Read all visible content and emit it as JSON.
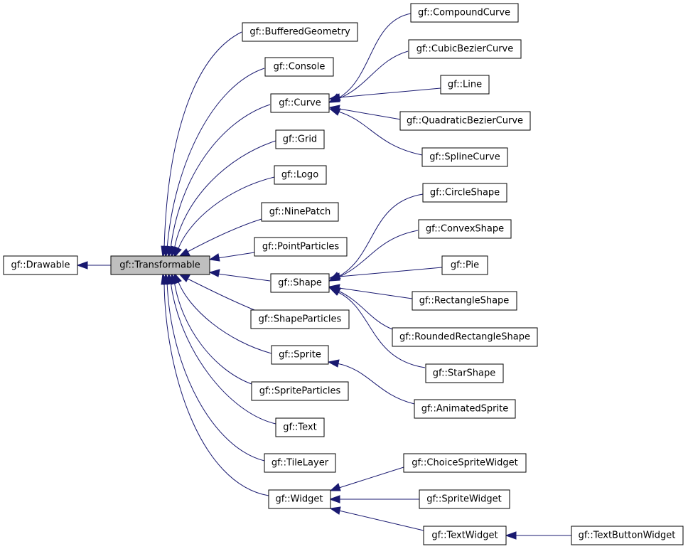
{
  "nodes": {
    "drawable": "gf::Drawable",
    "transformable": "gf::Transformable",
    "buffered_geometry": "gf::BufferedGeometry",
    "console": "gf::Console",
    "curve": "gf::Curve",
    "grid": "gf::Grid",
    "logo": "gf::Logo",
    "nine_patch": "gf::NinePatch",
    "point_particles": "gf::PointParticles",
    "shape": "gf::Shape",
    "shape_particles": "gf::ShapeParticles",
    "sprite": "gf::Sprite",
    "sprite_particles": "gf::SpriteParticles",
    "text": "gf::Text",
    "tile_layer": "gf::TileLayer",
    "widget": "gf::Widget",
    "compound_curve": "gf::CompoundCurve",
    "cubic_bezier_curve": "gf::CubicBezierCurve",
    "line": "gf::Line",
    "quadratic_bezier_curve": "gf::QuadraticBezierCurve",
    "spline_curve": "gf::SplineCurve",
    "circle_shape": "gf::CircleShape",
    "convex_shape": "gf::ConvexShape",
    "pie": "gf::Pie",
    "rectangle_shape": "gf::RectangleShape",
    "rounded_rectangle_shape": "gf::RoundedRectangleShape",
    "star_shape": "gf::StarShape",
    "animated_sprite": "gf::AnimatedSprite",
    "choice_sprite_widget": "gf::ChoiceSpriteWidget",
    "sprite_widget": "gf::SpriteWidget",
    "text_widget": "gf::TextWidget",
    "text_button_widget": "gf::TextButtonWidget"
  },
  "colors": {
    "edge": "#191970",
    "current_node_fill": "#bfbfbf"
  }
}
